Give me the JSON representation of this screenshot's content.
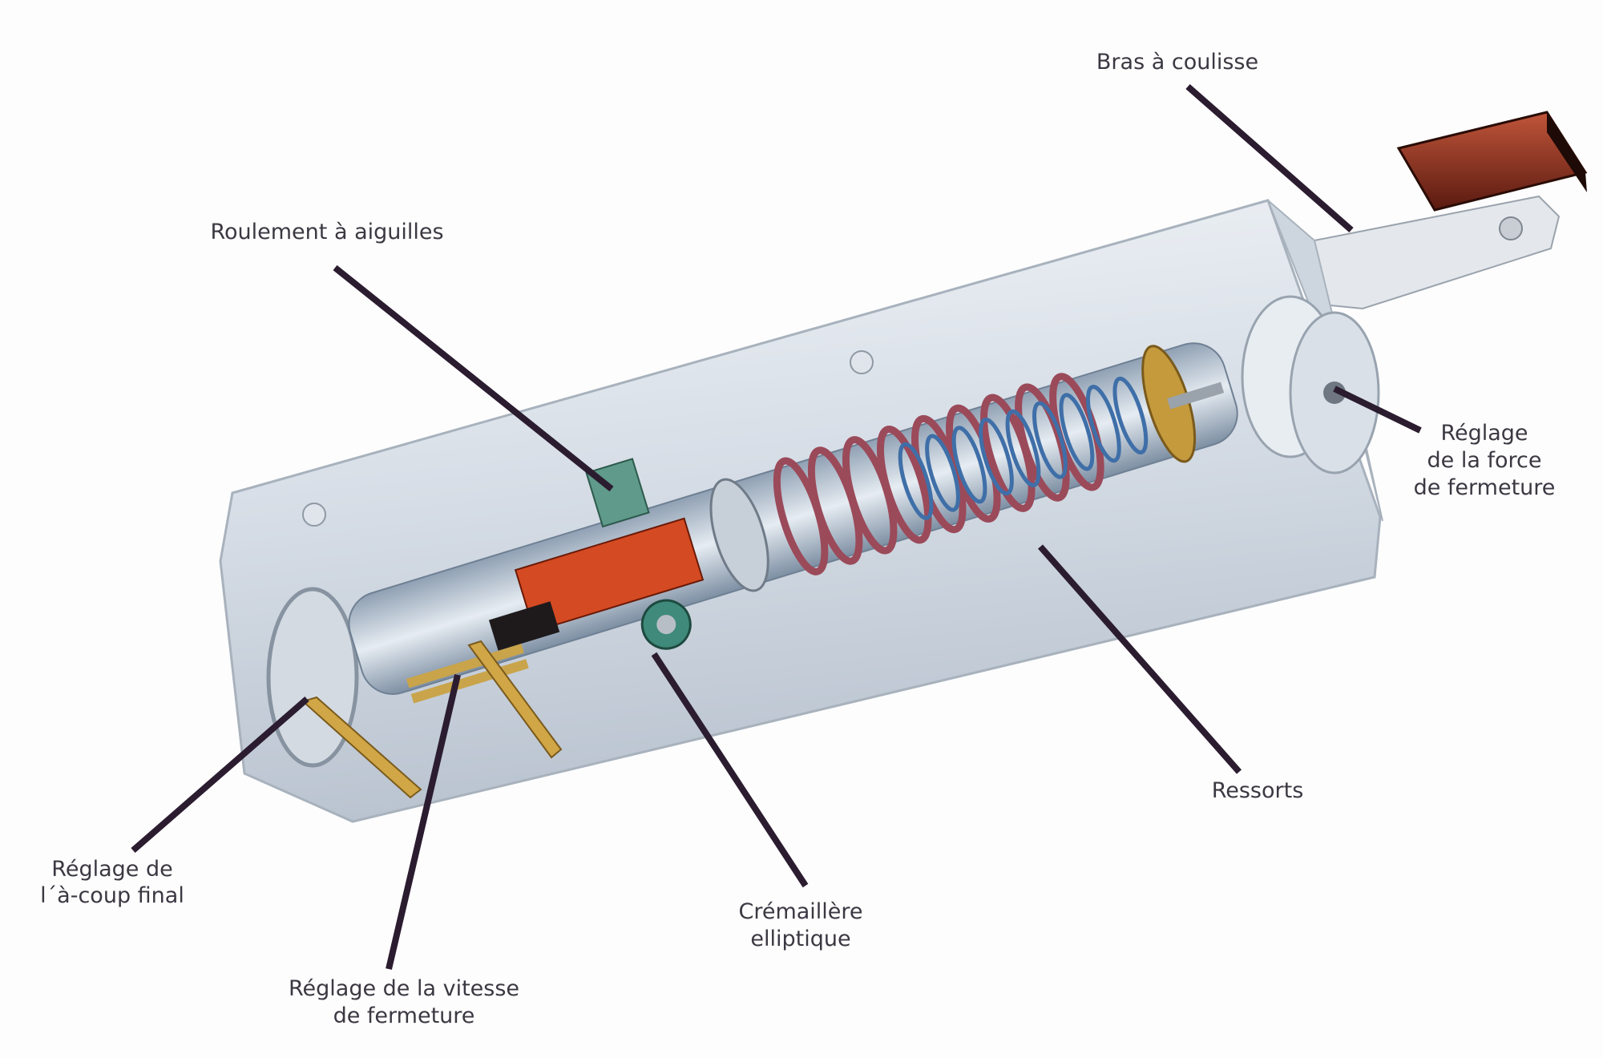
{
  "labels": {
    "bras": [
      "Bras à coulisse"
    ],
    "roulement": [
      "Roulement à aiguilles"
    ],
    "force": [
      "Réglage",
      "de la force",
      "de fermeture"
    ],
    "ressorts": [
      "Ressorts"
    ],
    "cremaillere": [
      "Crémaillère",
      "elliptique"
    ],
    "vitesse": [
      "Réglage de la vitesse",
      "de fermeture"
    ],
    "acoup": [
      "Réglage de",
      "l´à-coup final"
    ]
  }
}
